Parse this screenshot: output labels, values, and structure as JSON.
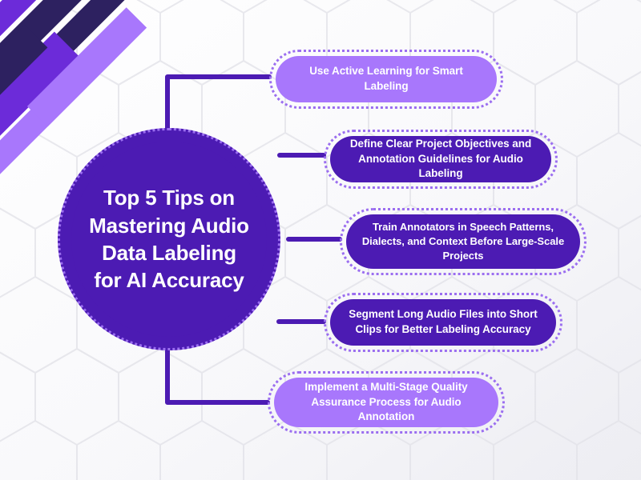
{
  "center": {
    "title": "Top 5 Tips on\nMastering Audio\nData Labeling\nfor AI Accuracy",
    "fill_color": "#4c1bb3",
    "dot_border_color": "#9b6ef0"
  },
  "tips": [
    {
      "id": 1,
      "label": "Use Active Learning for Smart Labeling",
      "style": "light",
      "fill_color": "#a877fc"
    },
    {
      "id": 2,
      "label": "Define Clear Project Objectives and Annotation Guidelines for Audio Labeling",
      "style": "dark",
      "fill_color": "#4c1bb3"
    },
    {
      "id": 3,
      "label": "Train Annotators in Speech Patterns, Dialects, and Context Before Large-Scale Projects",
      "style": "dark",
      "fill_color": "#4c1bb3"
    },
    {
      "id": 4,
      "label": "Segment Long Audio Files into Short Clips for Better Labeling Accuracy",
      "style": "dark",
      "fill_color": "#4c1bb3"
    },
    {
      "id": 5,
      "label": "Implement a Multi-Stage Quality Assurance Process for Audio Annotation",
      "style": "light",
      "fill_color": "#a877fc"
    }
  ],
  "decor": {
    "connector_color": "#4c1bb3",
    "stripe_light": "#a877fc",
    "stripe_mid": "#6c2bd9",
    "stripe_deep": "#4c1bb3",
    "stripe_navy": "#2d2160",
    "hex_stroke": "#e6e6ea",
    "background_top": "#ffffff",
    "background_bottom": "#f2f2f6"
  }
}
